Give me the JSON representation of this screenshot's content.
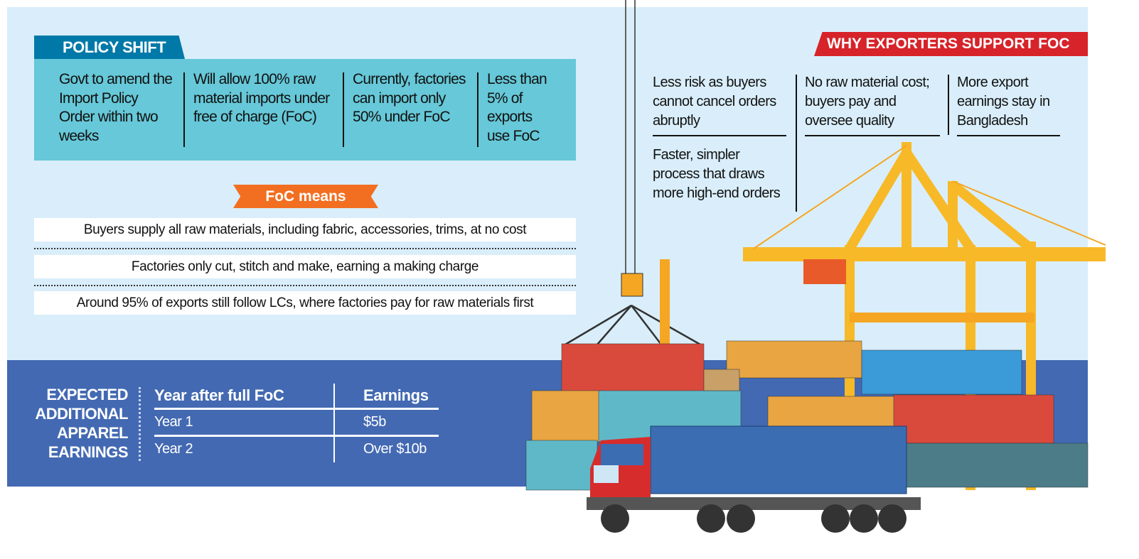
{
  "policy_shift": {
    "title": "POLICY SHIFT",
    "items": [
      "Govt to amend the Import Policy Order within two weeks",
      "Will allow 100% raw material imports under free of charge (FoC)",
      "Currently, factories can import only 50% under FoC",
      "Less than 5% of exports use FoC"
    ]
  },
  "foc_means": {
    "title": "FoC means",
    "items": [
      "Buyers supply all raw materials, including fabric, accessories, trims, at no cost",
      "Factories only cut, stitch and make, earning a making charge",
      "Around 95% of exports still follow LCs, where factories pay for raw materials first"
    ]
  },
  "why_exporters": {
    "title": "WHY EXPORTERS SUPPORT FOC",
    "items": [
      "Less risk as buyers cannot cancel orders abruptly",
      "Faster, simpler process that draws more high-end orders",
      "No raw material cost; buyers pay and oversee quality",
      "More export earnings stay in Bangladesh"
    ]
  },
  "earnings": {
    "title": "EXPECTED ADDITIONAL APPAREL EARNINGS",
    "headers": [
      "Year after full FoC",
      "Earnings"
    ],
    "rows": [
      {
        "year": "Year 1",
        "value": "$5b"
      },
      {
        "year": "Year 2",
        "value": "Over $10b"
      }
    ]
  },
  "colors": {
    "sky": "#d9eefa",
    "band": "#4369b2",
    "teal": "#66c8d8",
    "policy_tab": "#0079a8",
    "orange": "#f26f21",
    "red": "#d7232a"
  }
}
